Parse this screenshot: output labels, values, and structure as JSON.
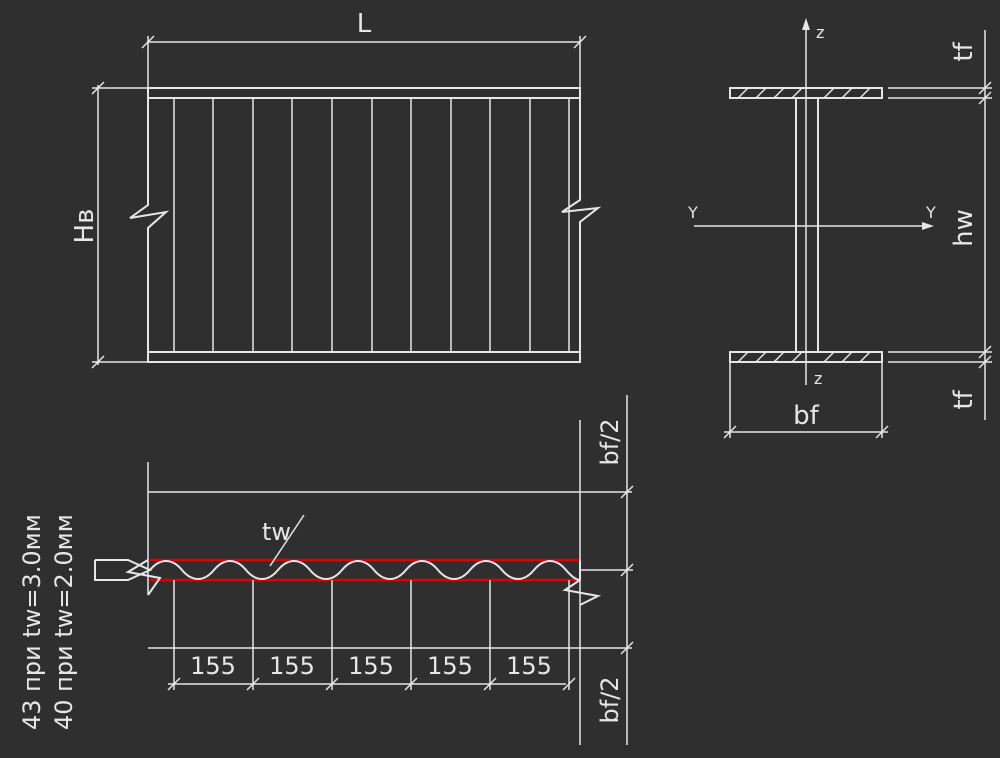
{
  "elevation": {
    "length_label": "L",
    "height_label": "Hв"
  },
  "section": {
    "axis_z_top": "z",
    "axis_z_bottom": "z",
    "axis_y_left": "Y",
    "axis_y_right": "Y",
    "web_height_label": "hw",
    "flange_width_label": "bf",
    "flange_thickness_top": "tf",
    "flange_thickness_bottom": "tf"
  },
  "corrugation": {
    "thickness_label": "tw",
    "pitch_values": [
      "155",
      "155",
      "155",
      "155",
      "155"
    ],
    "half_flange_top": "bf/2",
    "half_flange_bottom": "bf/2",
    "note_line1": "43  при  tw=3.0мм",
    "note_line2": "40  при  tw=2.0мм"
  }
}
